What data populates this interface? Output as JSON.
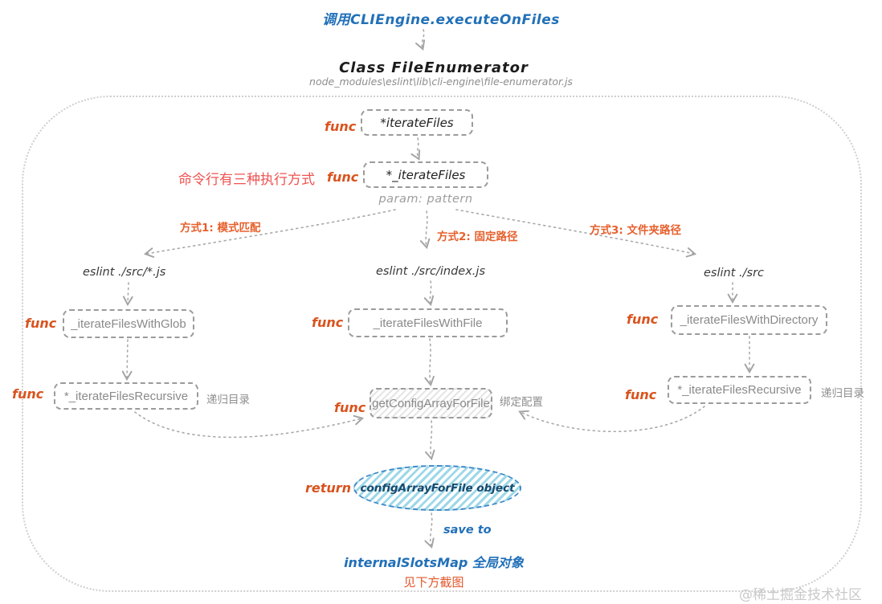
{
  "header": {
    "title": "调用CLIEngine.executeOnFiles",
    "class_name": "Class FileEnumerator",
    "class_path": "node_modules\\eslint\\lib\\cli-engine\\file-enumerator.js"
  },
  "annotations": {
    "func": "func",
    "return_label": "return",
    "save_to": "save to",
    "heading": "命令行有三种执行方式",
    "param": "param: pattern",
    "mode1": "方式1: 模式匹配",
    "mode2": "方式2: 固定路径",
    "mode3": "方式3: 文件夹路径",
    "recursive": "递归目录",
    "bind_config": "绑定配置",
    "save_target": "internalSlotsMap 全局对象",
    "see_below": "见下方截图"
  },
  "commands": {
    "glob": "eslint ./src/*.js",
    "file": "eslint ./src/index.js",
    "dir": "eslint ./src"
  },
  "nodes": {
    "iterateFiles": "*iterateFiles",
    "iterateFilesPrivate": "*_iterateFiles",
    "withGlob": "_iterateFilesWithGlob",
    "withFile": "_iterateFilesWithFile",
    "withDirectory": "_iterateFilesWithDirectory",
    "recursive": "*_iterateFilesRecursive",
    "getConfig": "getConfigArrayForFile",
    "result": "configArrayForFile object"
  },
  "watermark": "@稀土掘金技术社区",
  "colors": {
    "blue": "#2170b8",
    "func_orange": "#d9531e",
    "heading_red": "#ee5351",
    "mode_orange": "#e6602c",
    "gray_text": "#8e8e8e",
    "arrow_gray": "#a9a9a9",
    "ellipse_blue": "#3f88c5"
  }
}
